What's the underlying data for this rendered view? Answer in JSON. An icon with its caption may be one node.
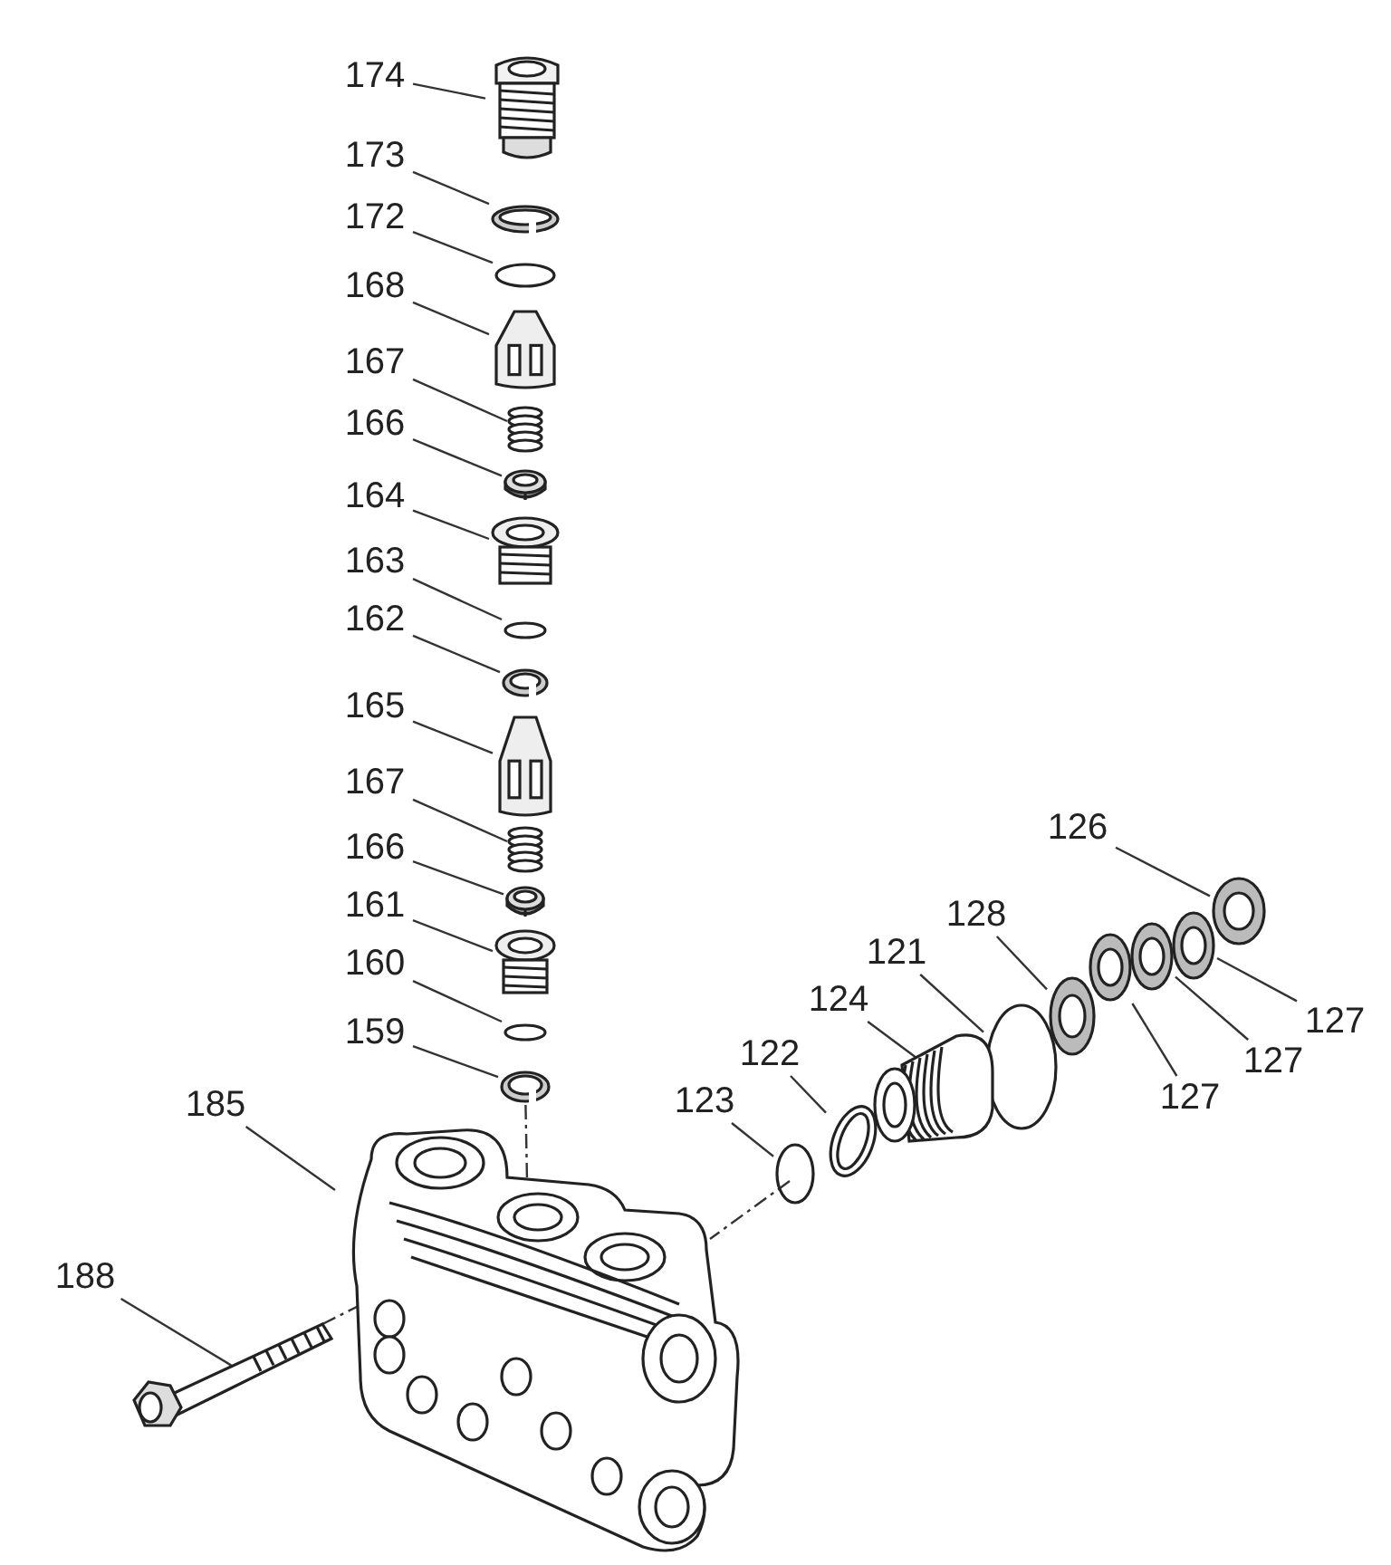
{
  "diagram": {
    "nodes": [
      {
        "text": [
          "174"
        ]
      },
      {
        "text": [],
        "shape": "picture"
      },
      {
        "text": [
          "173"
        ]
      },
      {
        "text": [],
        "shape": "picture"
      },
      {
        "text": [
          "172"
        ]
      },
      {
        "text": [],
        "shape": "circle"
      },
      {
        "text": [
          "168"
        ]
      },
      {
        "text": [],
        "shape": "picture"
      },
      {
        "text": [
          "167"
        ]
      },
      {
        "text": [],
        "shape": "picture"
      },
      {
        "text": [
          "166"
        ]
      },
      {
        "text": [],
        "shape": "picture"
      },
      {
        "text": [
          "164"
        ]
      },
      {
        "text": [],
        "shape": "picture"
      },
      {
        "text": [
          "163"
        ]
      },
      {
        "text": [],
        "shape": "circle"
      },
      {
        "text": [
          "162"
        ]
      },
      {
        "text": [],
        "shape": "picture"
      },
      {
        "text": [
          "165"
        ]
      },
      {
        "text": [],
        "shape": "picture"
      },
      {
        "text": [
          "167"
        ]
      },
      {
        "text": [],
        "shape": "picture"
      },
      {
        "text": [
          "166"
        ]
      },
      {
        "text": [],
        "shape": "picture"
      },
      {
        "text": [
          "161"
        ]
      },
      {
        "text": [],
        "shape": "picture"
      },
      {
        "text": [
          "160"
        ]
      },
      {
        "text": [],
        "shape": "circle"
      },
      {
        "text": [
          "159"
        ]
      },
      {
        "text": [],
        "shape": "picture"
      },
      {
        "text": [
          "185"
        ]
      },
      {
        "text": [],
        "shape": "picture"
      },
      {
        "text": [
          "188"
        ]
      },
      {
        "text": [],
        "shape": "picture"
      },
      {
        "text": [
          "126"
        ]
      },
      {
        "text": [],
        "shape": "picture"
      },
      {
        "text": [
          "128"
        ]
      },
      {
        "text": [],
        "shape": "picture"
      },
      {
        "text": [
          "121"
        ]
      },
      {
        "text": [],
        "shape": "circle"
      },
      {
        "text": [
          "124"
        ]
      },
      {
        "text": [],
        "shape": "picture"
      },
      {
        "text": [
          "122"
        ]
      },
      {
        "text": [],
        "shape": "picture"
      },
      {
        "text": [
          "123"
        ]
      },
      {
        "text": [],
        "shape": "circle"
      },
      {
        "text": [
          "127"
        ]
      },
      {
        "text": [],
        "shape": "picture"
      },
      {
        "text": [
          "127"
        ]
      },
      {
        "text": [],
        "shape": "picture"
      },
      {
        "text": [
          "127"
        ]
      },
      {
        "text": [],
        "shape": "picture"
      }
    ],
    "edges": [
      {
        "from": 0,
        "to": 1,
        "arrow": "none"
      },
      {
        "from": 2,
        "to": 3,
        "arrow": "none"
      },
      {
        "from": 4,
        "to": 5,
        "arrow": "none"
      },
      {
        "from": 6,
        "to": 7,
        "arrow": "none"
      },
      {
        "from": 8,
        "to": 9,
        "arrow": "none"
      },
      {
        "from": 10,
        "to": 11,
        "arrow": "none"
      },
      {
        "from": 12,
        "to": 13,
        "arrow": "none"
      },
      {
        "from": 14,
        "to": 15,
        "arrow": "none"
      },
      {
        "from": 16,
        "to": 17,
        "arrow": "none"
      },
      {
        "from": 18,
        "to": 19,
        "arrow": "none"
      },
      {
        "from": 20,
        "to": 21,
        "arrow": "none"
      },
      {
        "from": 22,
        "to": 23,
        "arrow": "none"
      },
      {
        "from": 24,
        "to": 25,
        "arrow": "none"
      },
      {
        "from": 26,
        "to": 27,
        "arrow": "none"
      },
      {
        "from": 28,
        "to": 29,
        "arrow": "none"
      },
      {
        "from": 30,
        "to": 31,
        "arrow": "none"
      },
      {
        "from": 32,
        "to": 33,
        "arrow": "none"
      },
      {
        "from": 34,
        "to": 35,
        "arrow": "none"
      },
      {
        "from": 36,
        "to": 37,
        "arrow": "none"
      },
      {
        "from": 38,
        "to": 39,
        "arrow": "none"
      },
      {
        "from": 40,
        "to": 41,
        "arrow": "none"
      },
      {
        "from": 42,
        "to": 43,
        "arrow": "none"
      },
      {
        "from": 44,
        "to": 45,
        "arrow": "none"
      },
      {
        "from": 46,
        "to": 47,
        "arrow": "none"
      },
      {
        "from": 48,
        "to": 49,
        "arrow": "none"
      },
      {
        "from": 50,
        "to": 51,
        "arrow": "none"
      },
      {
        "from": 29,
        "to": 31,
        "arrow": "none",
        "style": "dashed"
      },
      {
        "from": 45,
        "to": 31,
        "arrow": "none",
        "style": "dashed"
      },
      {
        "from": 33,
        "to": 31,
        "arrow": "none",
        "style": "dashed"
      }
    ]
  }
}
